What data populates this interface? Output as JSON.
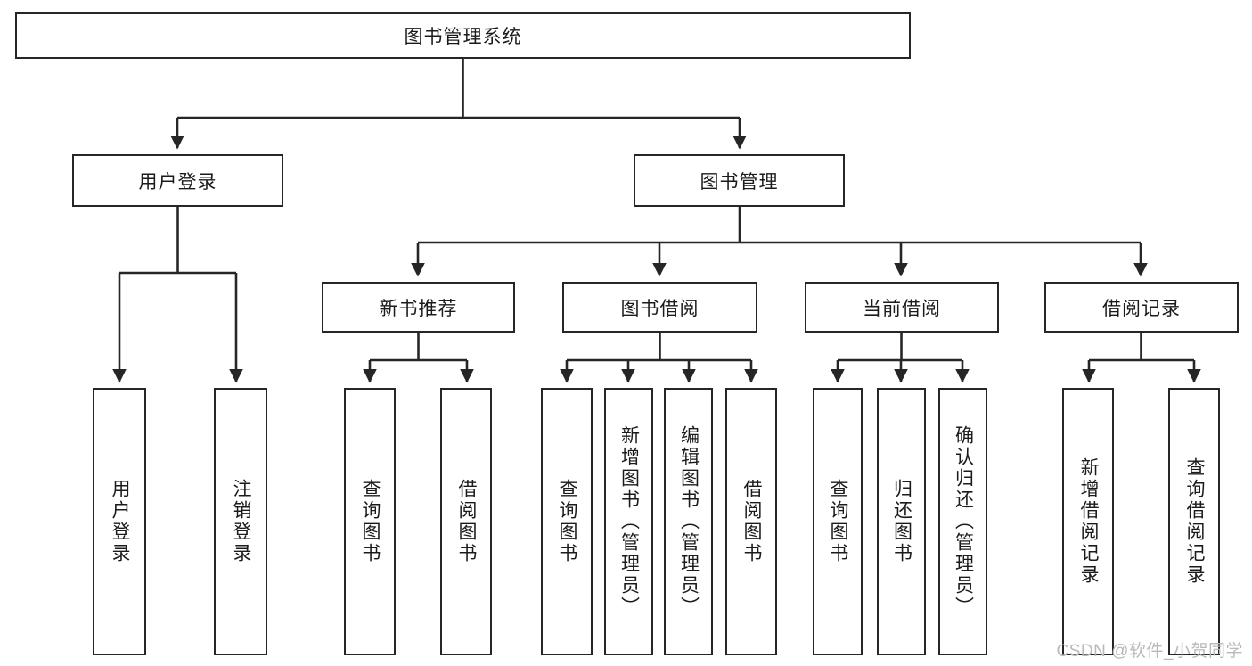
{
  "diagram": {
    "title": "图书管理系统",
    "watermark": "CSDN @软件_小贺同学",
    "colors": {
      "stroke": "#262626",
      "fill": "#ffffff",
      "text": "#1b1b1b",
      "watermark": "#b9b9b9"
    },
    "root": {
      "label": "图书管理系统"
    },
    "level2": [
      {
        "label": "用户登录"
      },
      {
        "label": "图书管理"
      }
    ],
    "level3": [
      {
        "label": "新书推荐"
      },
      {
        "label": "图书借阅"
      },
      {
        "label": "当前借阅"
      },
      {
        "label": "借阅记录"
      }
    ],
    "leaves": {
      "user_login": [
        {
          "label": "用户登录"
        },
        {
          "label": "注销登录"
        }
      ],
      "new_book": [
        {
          "label": "查询图书"
        },
        {
          "label": "借阅图书"
        }
      ],
      "book_borrow": [
        {
          "label": "查询图书"
        },
        {
          "label": "新增图书（管理员）"
        },
        {
          "label": "编辑图书（管理员）"
        },
        {
          "label": "借阅图书"
        }
      ],
      "current_borrow": [
        {
          "label": "查询图书"
        },
        {
          "label": "归还图书"
        },
        {
          "label": "确认归还（管理员）"
        }
      ],
      "borrow_record": [
        {
          "label": "新增借阅记录"
        },
        {
          "label": "查询借阅记录"
        }
      ]
    }
  }
}
